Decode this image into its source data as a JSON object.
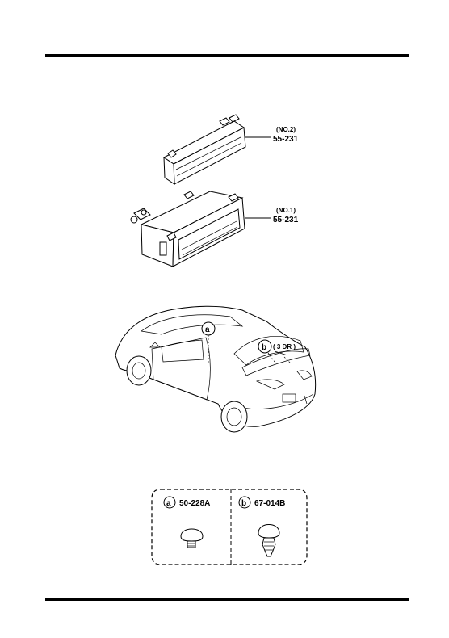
{
  "parts": {
    "upper": {
      "name": "(NO.2)",
      "code": "55-231"
    },
    "lower": {
      "name": "(NO.1)",
      "code": "55-231"
    }
  },
  "car": {
    "callout_a": "a",
    "callout_b": "b",
    "variant": "( 3 DR )"
  },
  "legend": {
    "a": {
      "letter": "a",
      "code": "50-228A"
    },
    "b": {
      "letter": "b",
      "code": "67-014B"
    }
  }
}
